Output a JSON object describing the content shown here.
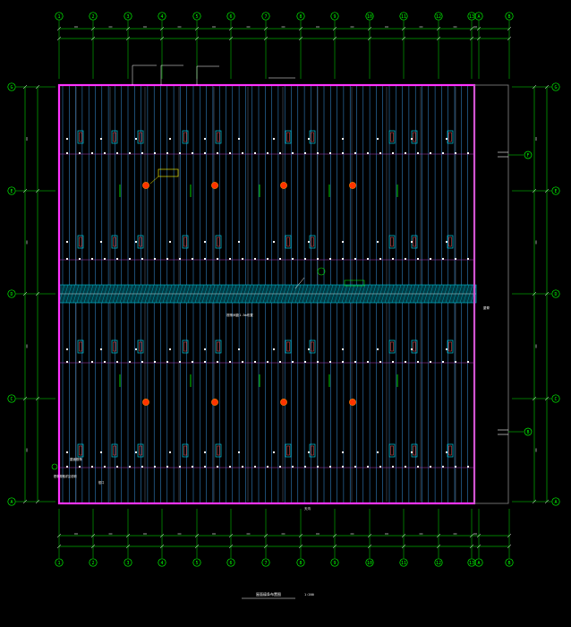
{
  "drawing": {
    "title": "屋面檩条布置图",
    "scale": "1:200",
    "columns": [
      "1",
      "2",
      "3",
      "4",
      "5",
      "6",
      "7",
      "8",
      "9",
      "10",
      "11",
      "12",
      "13",
      "A",
      "B"
    ],
    "rows": [
      "G",
      "E",
      "D",
      "C",
      "A"
    ],
    "side_rows": [
      "F",
      "B"
    ],
    "notes": {
      "ridge_label": "屋脊",
      "drain_label": "天沟",
      "center_note": "檩条间距1.5m布置",
      "bottom_note": "檐口",
      "left_note": "屋面檩条",
      "left_note2": "檩条规格详见说明"
    }
  },
  "colors": {
    "grid": "#00ff00",
    "purlin": "#3fa9ff",
    "outline": "#ff33ff",
    "white": "#ffffff",
    "red": "#ff3300",
    "cyan_band": "#00c8e0",
    "yellow": "#ffff00"
  }
}
